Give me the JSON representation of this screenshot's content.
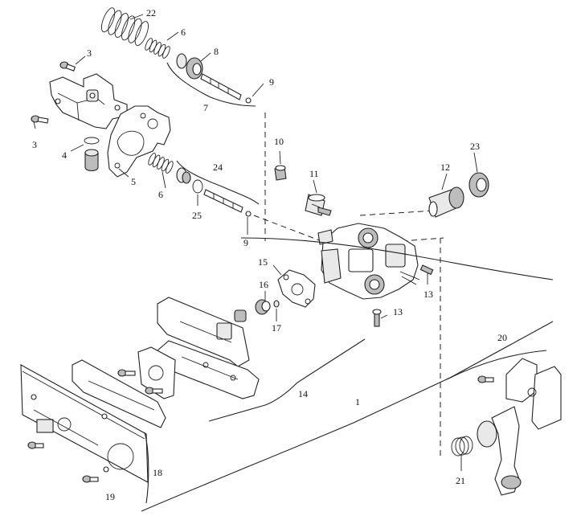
{
  "diagram": {
    "callouts": [
      {
        "id": "c22",
        "text": "22"
      },
      {
        "id": "c6a",
        "text": "6"
      },
      {
        "id": "c8",
        "text": "8"
      },
      {
        "id": "c3a",
        "text": "3"
      },
      {
        "id": "c9a",
        "text": "9"
      },
      {
        "id": "c7",
        "text": "7"
      },
      {
        "id": "c3b",
        "text": "3"
      },
      {
        "id": "c4",
        "text": "4"
      },
      {
        "id": "c5",
        "text": "5"
      },
      {
        "id": "c6b",
        "text": "6"
      },
      {
        "id": "c24",
        "text": "24"
      },
      {
        "id": "c25",
        "text": "25"
      },
      {
        "id": "c9b",
        "text": "9"
      },
      {
        "id": "c10",
        "text": "10"
      },
      {
        "id": "c11",
        "text": "11"
      },
      {
        "id": "c12",
        "text": "12"
      },
      {
        "id": "c23",
        "text": "23"
      },
      {
        "id": "c15",
        "text": "15"
      },
      {
        "id": "c16",
        "text": "16"
      },
      {
        "id": "c17",
        "text": "17"
      },
      {
        "id": "c13a",
        "text": "13"
      },
      {
        "id": "c13b",
        "text": "13"
      },
      {
        "id": "c14",
        "text": "14"
      },
      {
        "id": "c1",
        "text": "1"
      },
      {
        "id": "c20",
        "text": "20"
      },
      {
        "id": "c18",
        "text": "18"
      },
      {
        "id": "c19",
        "text": "19"
      },
      {
        "id": "c21",
        "text": "21"
      }
    ]
  }
}
